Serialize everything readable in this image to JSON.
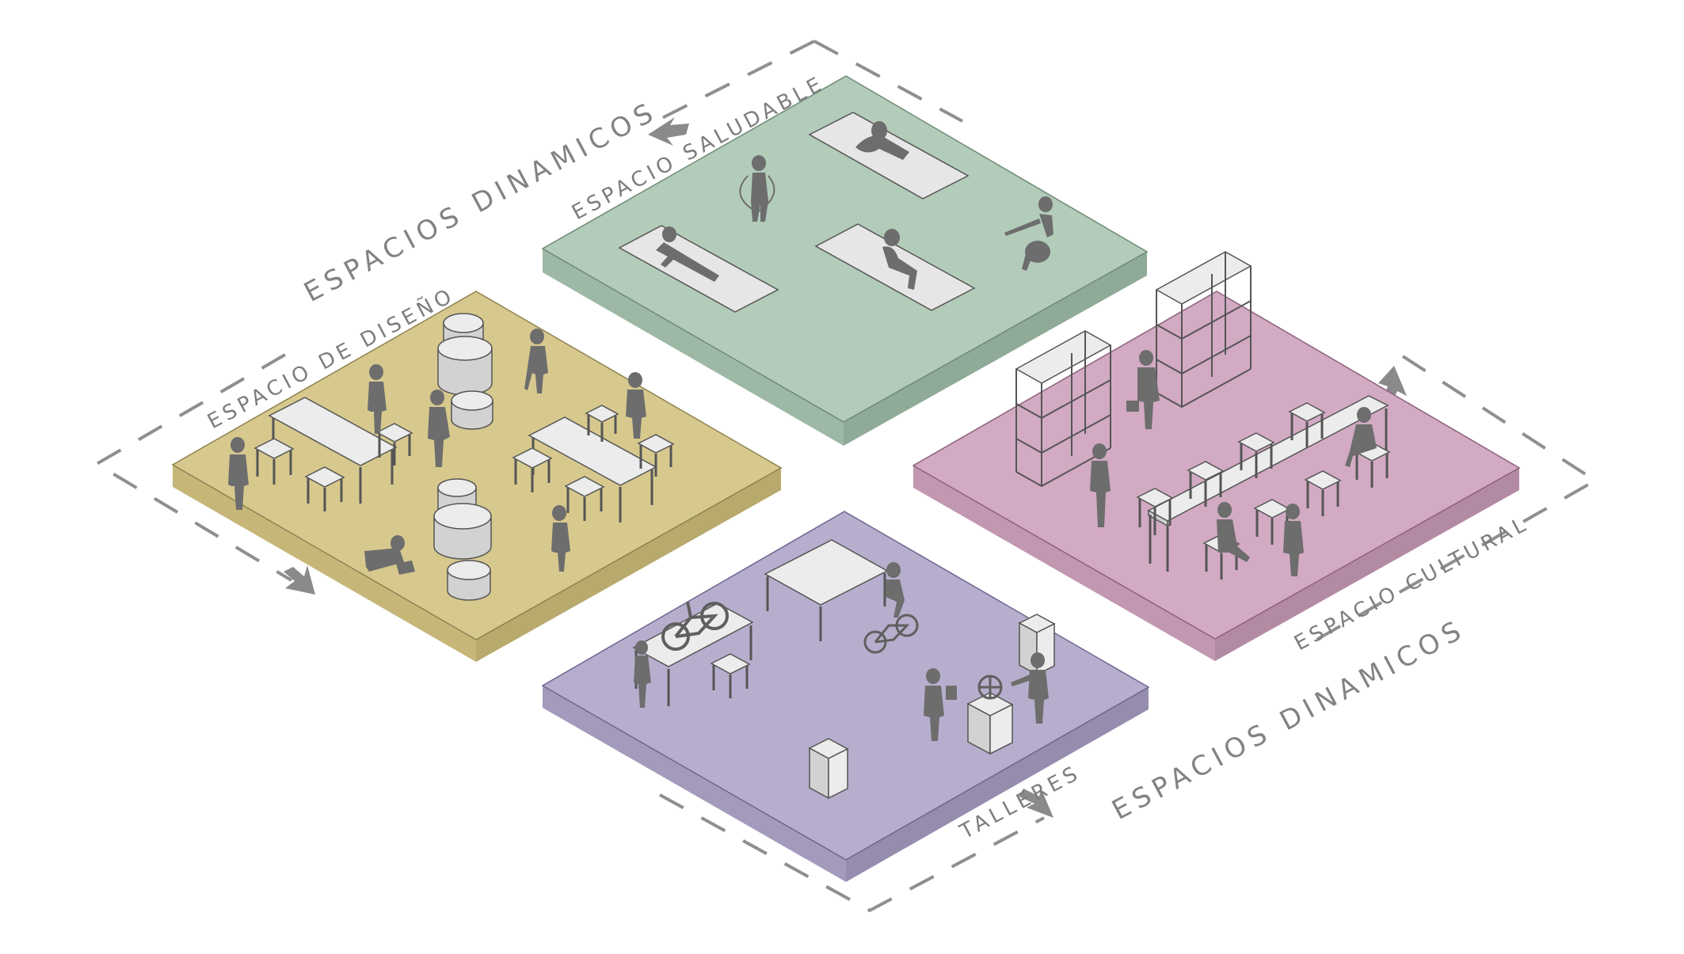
{
  "labels": {
    "espacios_dinamicos_top": "ESPACIOS DINAMICOS",
    "espacios_dinamicos_bottom": "ESPACIOS DINAMICOS",
    "espacio_saludable": "ESPACIO SALUDABLE",
    "espacio_de_diseno": "ESPACIO DE DISEÑO",
    "espacio_cultural": "ESPACIO CULTURAL",
    "talleres": "TALLERES"
  },
  "colors": {
    "saludable_top": "#b3cbb9",
    "saludable_side_left": "#9db8a4",
    "saludable_side_right": "#8faa96",
    "diseno_top": "#d7c98e",
    "diseno_side_left": "#c6b779",
    "diseno_side_right": "#b8a96c",
    "cultural_top": "#d2aac3",
    "cultural_side_left": "#c197b1",
    "cultural_side_right": "#b38aa4",
    "talleres_top": "#b7aecd",
    "talleres_side_left": "#a49bbc",
    "talleres_side_right": "#968dae",
    "label_gray": "#7d7d7d",
    "figure_gray": "#6d6d6d"
  }
}
